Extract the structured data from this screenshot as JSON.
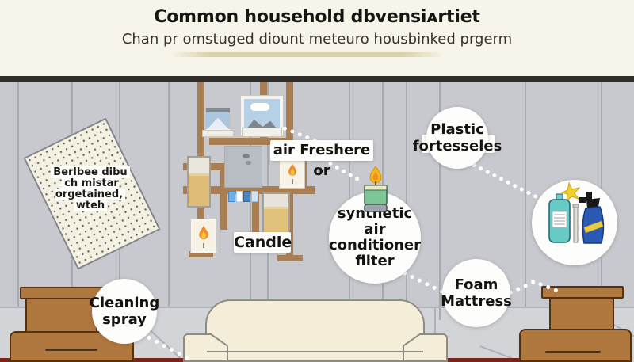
{
  "header": {
    "title": "Common household dbvensiᴀrtiet",
    "subtitle": "Chan pr omstuged diount meteuro housbinked prgerm"
  },
  "poster": {
    "lines": [
      "Berlbee dibu",
      "ch mistar orgetained,",
      "wteh"
    ]
  },
  "callouts": {
    "air_freshener": "air Freshere or",
    "candle": "Candle",
    "cleaning_spray": [
      "Cleaning",
      "spray"
    ],
    "plastic_bottles": [
      "Plastic",
      "fortesseles"
    ],
    "synthetic_filter": [
      "synthetic",
      "air",
      "conditioner",
      "filter"
    ],
    "foam_mattress": [
      "Foam",
      "Mattress"
    ]
  },
  "icons": {
    "candle": "lit-green-candle-icon",
    "spray_bottle": "blue-spray-bottle-icon",
    "cleaning_bottle": "teal-bottle-icon",
    "sparkle": "yellow-sparkle-icon",
    "flame": "flame-icon",
    "mountain_picture": "mountain-landscape-picture"
  },
  "colors": {
    "banner_bg": "#f7f4e9",
    "ceiling_bar": "#2f2d29",
    "wall": "#c7c9ce",
    "floor": "#d2d4d8",
    "baseboard": "#7a241c",
    "shelf_wood": "#a87e52",
    "dresser_wood": "#b0773e",
    "sofa_cream": "#f4eed9",
    "callout_bg": "#fdfdfc",
    "text": "#15130f",
    "candle_green": "#7cc795",
    "bottle_teal": "#66cac5",
    "spray_blue": "#2a5ab4",
    "flame_orange": "#ef8d2a"
  }
}
